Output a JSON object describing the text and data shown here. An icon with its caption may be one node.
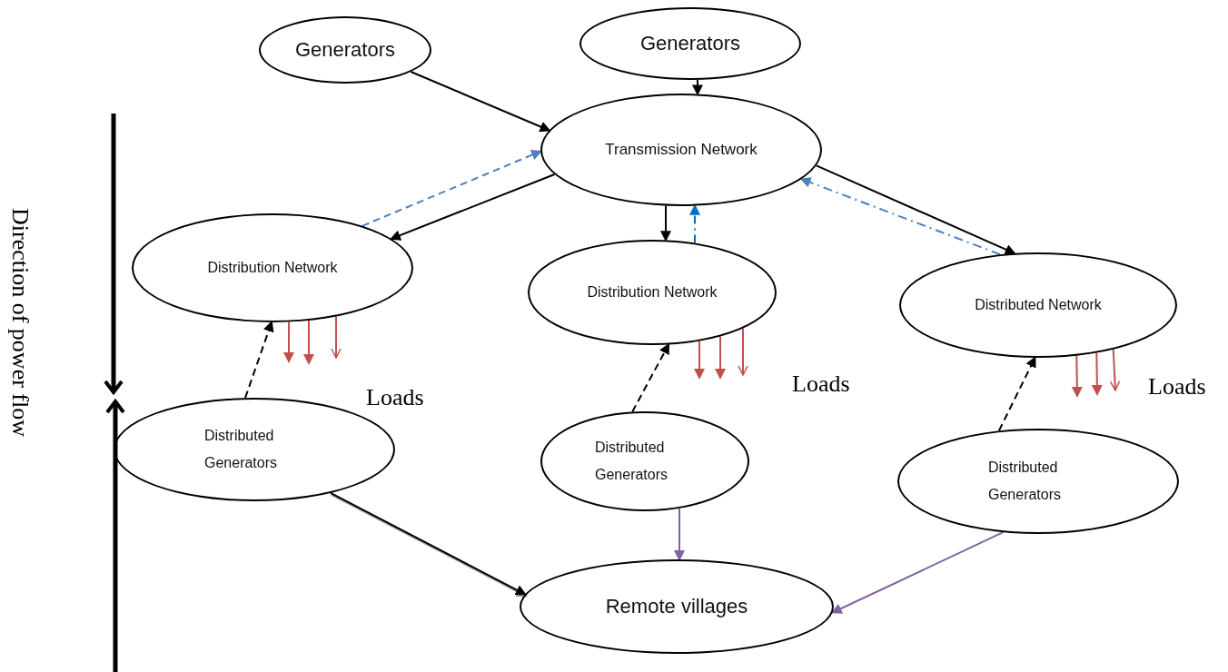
{
  "diagram": {
    "nodes": [
      {
        "text": [
          "Generators"
        ]
      },
      {
        "text": [
          "Generators"
        ]
      },
      {
        "text": [
          "Transmission Network"
        ]
      },
      {
        "text": [
          "Distribution Network"
        ]
      },
      {
        "text": [
          "Distribution Network"
        ]
      },
      {
        "text": [
          "Distributed Network"
        ]
      },
      {
        "text": [
          "Distributed Generators"
        ]
      },
      {
        "text": [
          "Distributed Generators"
        ]
      },
      {
        "text": [
          "Distributed Generators"
        ]
      },
      {
        "text": [
          "Remote villages"
        ]
      }
    ],
    "edges": [
      {
        "from": 0,
        "to": 2,
        "arrow": "to"
      },
      {
        "from": 1,
        "to": 2,
        "arrow": "to"
      },
      {
        "from": 3,
        "to": 2,
        "arrow": "to",
        "style": "dashed",
        "color": "#4f81bd"
      },
      {
        "from": 2,
        "to": 3,
        "arrow": "to"
      },
      {
        "from": 2,
        "to": 4,
        "arrow": "to"
      },
      {
        "from": 4,
        "to": 2,
        "arrow": "to",
        "style": "dashed",
        "color": "#0070c0"
      },
      {
        "from": 5,
        "to": 2,
        "arrow": "to",
        "style": "dashed",
        "color": "#4f81bd"
      },
      {
        "from": 2,
        "to": 5,
        "arrow": "to"
      },
      {
        "from": 6,
        "to": 3,
        "arrow": "to",
        "style": "dashed"
      },
      {
        "from": 7,
        "to": 4,
        "arrow": "to",
        "style": "dashed"
      },
      {
        "from": 8,
        "to": 5,
        "arrow": "to",
        "style": "dashed"
      },
      {
        "from": 6,
        "to": 9,
        "arrow": "to"
      },
      {
        "from": 7,
        "to": 9,
        "arrow": "to",
        "color": "#8064a2"
      },
      {
        "from": 8,
        "to": 9,
        "arrow": "to",
        "color": "#8064a2"
      },
      {
        "from": 3,
        "to": null,
        "arrow": "to",
        "color": "#c0504d"
      },
      {
        "from": 3,
        "to": null,
        "arrow": "to",
        "color": "#c0504d"
      },
      {
        "from": 3,
        "to": null,
        "arrow": "to",
        "color": "#c0504d"
      },
      {
        "from": 4,
        "to": null,
        "arrow": "to",
        "color": "#c0504d"
      },
      {
        "from": 4,
        "to": null,
        "arrow": "to",
        "color": "#c0504d"
      },
      {
        "from": 4,
        "to": null,
        "arrow": "to",
        "color": "#c0504d"
      },
      {
        "from": 5,
        "to": null,
        "arrow": "to",
        "color": "#c0504d"
      },
      {
        "from": 5,
        "to": null,
        "arrow": "to",
        "color": "#c0504d"
      },
      {
        "from": 5,
        "to": null,
        "arrow": "to",
        "color": "#c0504d"
      }
    ],
    "labels": [
      "Direction of power flow",
      "Loads",
      "Loads",
      "Loads"
    ]
  }
}
